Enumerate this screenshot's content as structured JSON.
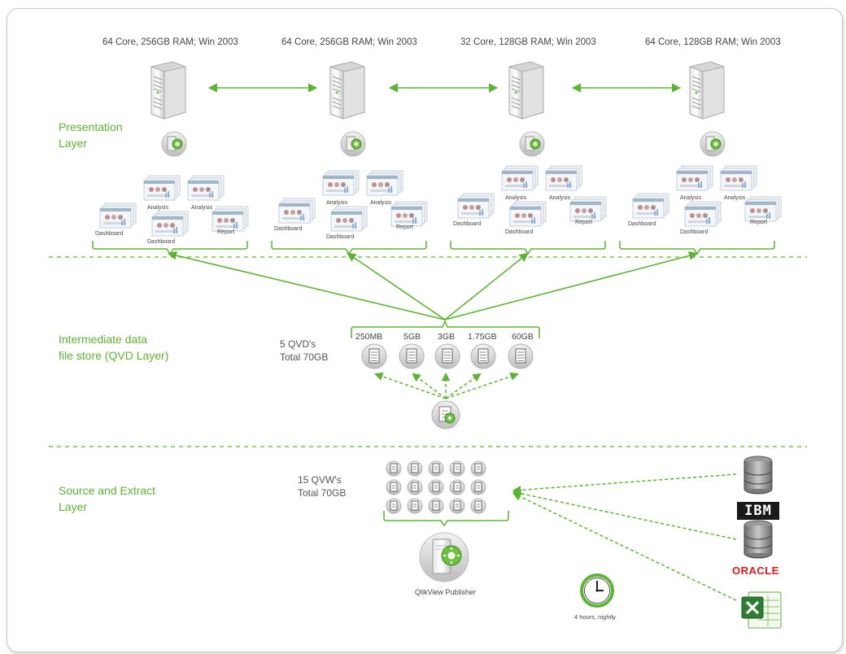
{
  "layers": {
    "presentation": "Presentation\nLayer",
    "intermediate": "Intermediate data\nfile store (QVD Layer)",
    "source": "Source and Extract\nLayer"
  },
  "servers": [
    {
      "spec": "64 Core, 256GB RAM; Win 2003"
    },
    {
      "spec": "64 Core, 256GB RAM; Win 2003"
    },
    {
      "spec": "32 Core, 128GB RAM; Win 2003"
    },
    {
      "spec": "64 Core, 128GB RAM; Win 2003"
    }
  ],
  "app_labels": {
    "analysis": "Analysis",
    "dashboard": "Dashboard",
    "report": "Report"
  },
  "qvd": {
    "summary": "5 QVD's\nTotal 70GB",
    "sizes": [
      "250MB",
      "5GB",
      "3GB",
      "1.75GB",
      "60GB"
    ]
  },
  "qvw": {
    "summary": "15 QVW's\nTotal 70GB"
  },
  "publisher": {
    "label": "QlikView Publisher"
  },
  "schedule": {
    "label": "4 hours, nightly"
  },
  "sources": {
    "ibm": "IBM",
    "oracle": "ORACLE"
  },
  "colors": {
    "green": "#5cb531",
    "dashed_line": "#7cc24a",
    "text": "#444444"
  }
}
